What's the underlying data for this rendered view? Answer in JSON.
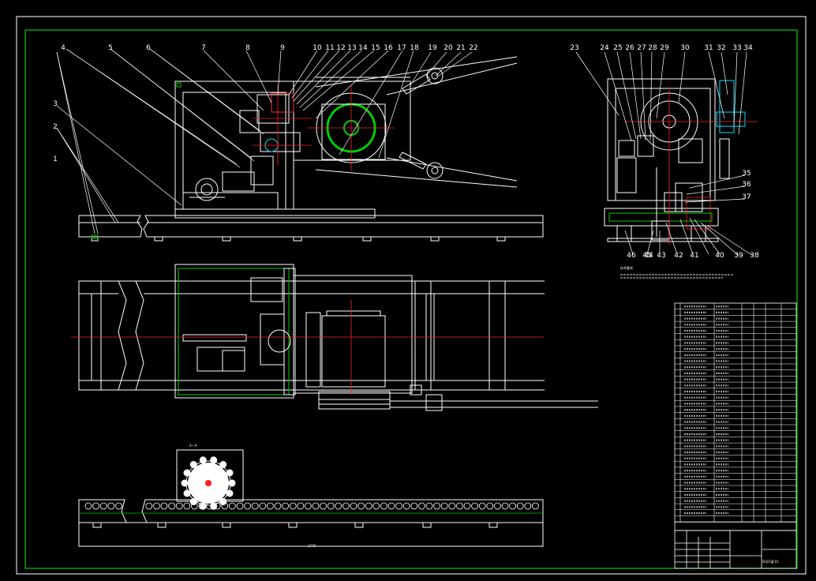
{
  "drawing": {
    "background": "#000000",
    "frame_color": "#00cc00",
    "line_color": "#ffffff",
    "center_line_color": "#ff2020",
    "section_mark": "A—A",
    "dimension_length": "1776",
    "drawing_number": "SCJCSJJ-01",
    "part_balloons": [
      "1",
      "2",
      "3",
      "4",
      "5",
      "6",
      "7",
      "8",
      "9",
      "10",
      "11",
      "12",
      "13",
      "14",
      "15",
      "16",
      "17",
      "18",
      "19",
      "20",
      "21",
      "22",
      "23",
      "24",
      "25",
      "26",
      "27",
      "28",
      "29",
      "30",
      "31",
      "32",
      "33",
      "34",
      "35",
      "36",
      "37",
      "38",
      "39",
      "40",
      "41",
      "42",
      "43",
      "44",
      "45",
      "46"
    ],
    "notes_heading": "技术要求"
  }
}
